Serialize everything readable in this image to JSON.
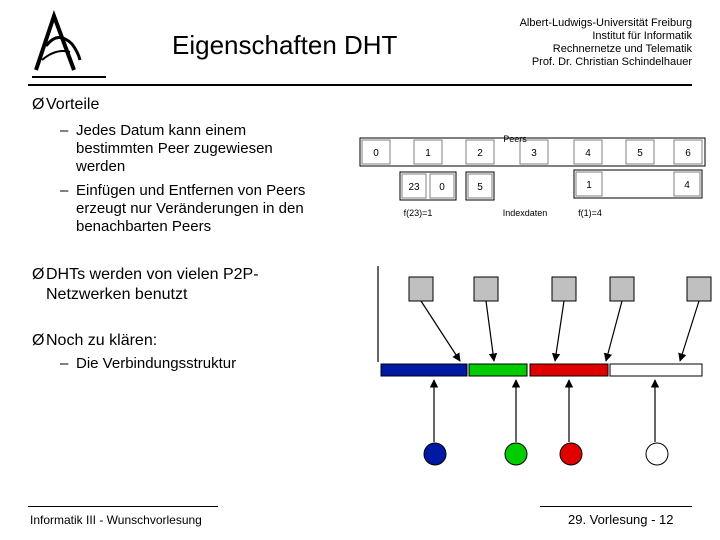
{
  "header": {
    "title": "Eigenschaften DHT",
    "institution_lines": [
      "Albert-Ludwigs-Universität Freiburg",
      "Institut für Informatik",
      "Rechnernetze und Telematik",
      "Prof. Dr. Christian Schindelhauer"
    ]
  },
  "content": {
    "bullet1": "Vorteile",
    "bullet1_subs": [
      [
        "Jedes Datum kann einem",
        "bestimmten Peer zugewiesen",
        "werden"
      ],
      [
        "Einfügen und Entfernen von Peers",
        "erzeugt nur Veränderungen in den",
        "benachbarten Peers"
      ]
    ],
    "bullet2_lines": [
      "DHTs werden von vielen P2P-",
      "Netzwerken benutzt"
    ],
    "bullet3": "Noch zu klären:",
    "bullet3_subs": [
      [
        "Die Verbindungsstruktur"
      ]
    ],
    "bullet_arrow": "Ø",
    "dash": "–"
  },
  "diagram": {
    "peer_row": [
      "0",
      "1",
      "2",
      "3",
      "4",
      "5",
      "6"
    ],
    "value_row": [
      "23",
      "0",
      "5",
      "1",
      "4"
    ],
    "peers_label": "Peers",
    "indexdaten_label": "Indexdaten",
    "f23_label": "f(23)=1",
    "f1_label": "f(1)=4",
    "segment_colors": [
      "#0019A5",
      "#00CC00",
      "#E00000",
      "#FFFFFF"
    ],
    "dot_colors": [
      "#0019A5",
      "#00CC00",
      "#E00000",
      "#FFFFFF"
    ],
    "square_color": "#C0C0C0",
    "cell_border": "#808080"
  },
  "footer": {
    "left": "Informatik III - Wunschvorlesung",
    "right": "29. Vorlesung - 12"
  },
  "logo_icon": "uni-freiburg-logo"
}
